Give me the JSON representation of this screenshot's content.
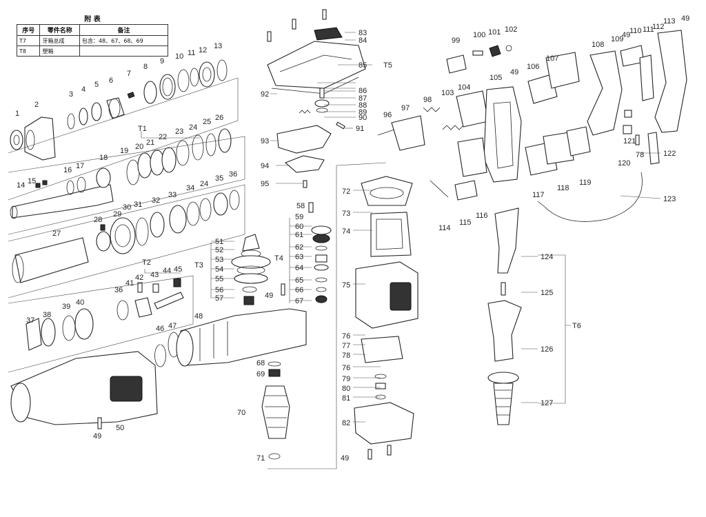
{
  "table": {
    "caption": "附  表",
    "headers": [
      "序号",
      "零件名称",
      "备注"
    ],
    "rows": [
      [
        "T7",
        "牙箱总成",
        "包含：48、67、68、69"
      ],
      [
        "T8",
        "塑箱",
        ""
      ]
    ]
  },
  "labels": {
    "p1": "1",
    "p2": "2",
    "p3": "3",
    "p4": "4",
    "p5": "5",
    "p6": "6",
    "p7": "7",
    "p8": "8",
    "p9": "9",
    "p10": "10",
    "p11": "11",
    "p12": "12",
    "p13": "13",
    "p14": "14",
    "p15": "15",
    "p16": "16",
    "p17": "17",
    "p18": "18",
    "p19": "19",
    "p20": "20",
    "p21": "21",
    "p22": "22",
    "p23": "23",
    "p24a": "24",
    "p24b": "24",
    "p25": "25",
    "p26": "26",
    "p27": "27",
    "p28": "28",
    "p29": "29",
    "p30": "30",
    "p31": "31",
    "p32": "32",
    "p33": "33",
    "p34": "34",
    "p35": "35",
    "p36a": "36",
    "p36b": "36",
    "p37": "37",
    "p38": "38",
    "p39": "39",
    "p40": "40",
    "p41": "41",
    "p42": "42",
    "p43": "43",
    "p44": "44",
    "p45": "45",
    "p46": "46",
    "p47": "47",
    "p48": "48",
    "p49a": "49",
    "p49b": "49",
    "p49c": "49",
    "p49d": "49",
    "p49e": "49",
    "p49f": "49",
    "p50": "50",
    "p51": "51",
    "p52": "52",
    "p53": "53",
    "p54": "54",
    "p55": "55",
    "p56": "56",
    "p57": "57",
    "p58": "58",
    "p59": "59",
    "p60": "60",
    "p61": "61",
    "p62": "62",
    "p63": "63",
    "p64": "64",
    "p65": "65",
    "p66": "66",
    "p67": "67",
    "p68": "68",
    "p69": "69",
    "p70": "70",
    "p71": "71",
    "p72": "72",
    "p73": "73",
    "p74": "74",
    "p75": "75",
    "p76a": "76",
    "p76b": "76",
    "p77": "77",
    "p78": "78",
    "p79": "79",
    "p80": "80",
    "p81": "81",
    "p82": "82",
    "p83": "83",
    "p84": "84",
    "p85": "85",
    "p86": "86",
    "p87": "87",
    "p88": "88",
    "p89": "89",
    "p90": "90",
    "p91": "91",
    "p92": "92",
    "p93": "93",
    "p94": "94",
    "p95": "95",
    "p96": "96",
    "p97": "97",
    "p98": "98",
    "p99": "99",
    "p100": "100",
    "p101": "101",
    "p102": "102",
    "p103": "103",
    "p104": "104",
    "p105": "105",
    "p106": "106",
    "p107": "107",
    "p108": "108",
    "p109": "109",
    "p110": "110",
    "p111": "111",
    "p112": "112",
    "p113": "113",
    "p114": "114",
    "p115": "115",
    "p116": "116",
    "p117": "117",
    "p118": "118",
    "p119": "119",
    "p120": "120",
    "p121": "121",
    "p122": "122",
    "p123": "123",
    "p124": "124",
    "p125": "125",
    "p126": "126",
    "p127": "127",
    "pT1": "T1",
    "pT2": "T2",
    "pT3": "T3",
    "pT4": "T4",
    "pT5": "T5",
    "pT6": "T6",
    "p78b": "78"
  }
}
